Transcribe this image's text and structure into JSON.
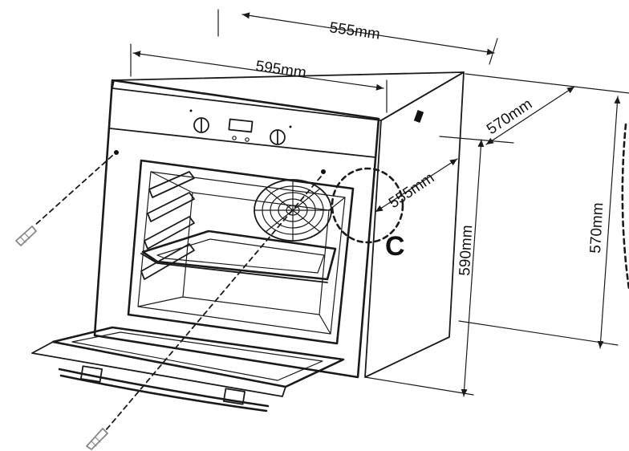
{
  "dimensions": {
    "depth_top": "555mm",
    "width_front": "595mm",
    "depth_right": "570mm",
    "cavity_side": "555mm",
    "height_oven": "590mm",
    "height_niche": "570mm"
  },
  "detail_label": "C"
}
